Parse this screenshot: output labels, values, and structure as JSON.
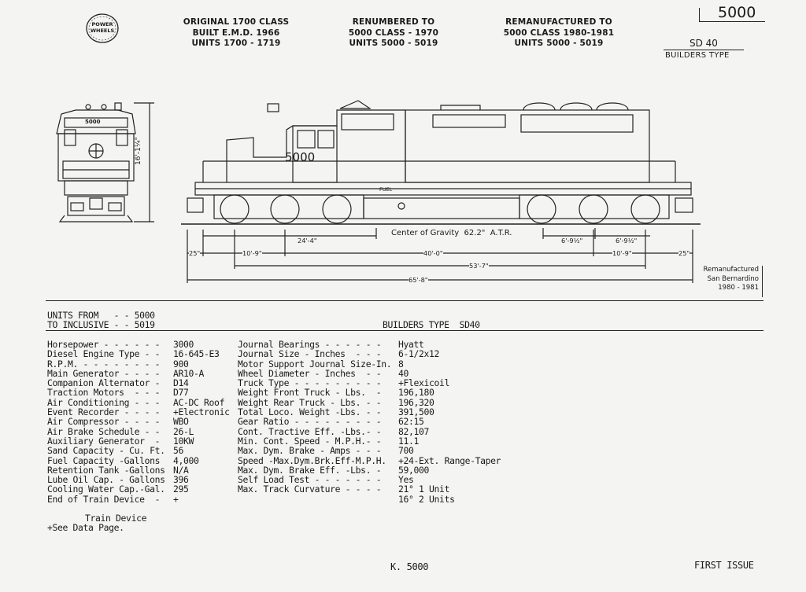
{
  "logo": {
    "line1": "POWER",
    "line2": "WHEELS"
  },
  "header": {
    "col1": [
      "ORIGINAL 1700 CLASS",
      "BUILT E.M.D. 1966",
      "UNITS 1700 - 1719"
    ],
    "col2": [
      "RENUMBERED TO",
      "5000 CLASS - 1970",
      "UNITS 5000 - 5019"
    ],
    "col3": [
      "REMANUFACTURED TO",
      "5000 CLASS 1980-1981",
      "UNITS 5000 - 5019"
    ],
    "number": "5000",
    "model": "SD 40",
    "builders_type": "BUILDERS TYPE"
  },
  "drawing": {
    "cab_number": "5000",
    "front_number": "5000",
    "fuel_label": "FUEL",
    "height": "16'-1¼\"",
    "center_of_gravity": "Center of Gravity  62.2\"  A.T.R.",
    "dims": {
      "d24_4": "24'-4\"",
      "d6_9a": "6'-9½\"",
      "d6_9b": "6'-9½\"",
      "d25a": "25\"",
      "d10_9a": "10'-9\"",
      "d40": "40'-0\"",
      "d10_9b": "10'-9\"",
      "d25b": "25\"",
      "d53_7": "53'-7\"",
      "d65_8": "65'-8\""
    },
    "remanufactured_note": [
      "Remanufactured",
      "San Bernardino",
      "1980 - 1981"
    ]
  },
  "units": {
    "from": "UNITS FROM   - - 5000",
    "to": "TO INCLUSIVE - - 5019"
  },
  "builders_type_label": "BUILDERS TYPE  SD40",
  "specs_left": [
    {
      "label": "Horsepower - - - - - -",
      "value": "3000"
    },
    {
      "label": "Diesel Engine Type - -",
      "value": "16-645-E3"
    },
    {
      "label": "R.P.M. - - - - - - - -",
      "value": "900"
    },
    {
      "label": "Main Generator - - - -",
      "value": "AR10-A"
    },
    {
      "label": "Companion Alternator -",
      "value": "D14"
    },
    {
      "label": "Traction Motors  - - -",
      "value": "D77"
    },
    {
      "label": "Air Conditioning - - -",
      "value": "AC-DC Roof"
    },
    {
      "label": "Event Recorder - - - -",
      "value": "+Electronic"
    },
    {
      "label": "Air Compressor - - - -",
      "value": "WBO"
    },
    {
      "label": "Air Brake Schedule - -",
      "value": "26-L"
    },
    {
      "label": "Auxiliary Generator  -",
      "value": "10KW"
    },
    {
      "label": "Sand Capacity - Cu. Ft.",
      "value": "56"
    },
    {
      "label": "Fuel Capacity -Gallons",
      "value": "4,000"
    },
    {
      "label": "Retention Tank -Gallons",
      "value": "N/A"
    },
    {
      "label": "Lube Oil Cap. - Gallons",
      "value": "396"
    },
    {
      "label": "Cooling Water Cap.-Gal.",
      "value": "295"
    },
    {
      "label": "End of Train Device  -",
      "value": "+"
    }
  ],
  "specs_right": [
    {
      "label": "Journal Bearings - - - - - -",
      "value": "Hyatt"
    },
    {
      "label": "Journal Size - Inches  - - -",
      "value": "6-1/2x12"
    },
    {
      "label": "Motor Support Journal Size-In.",
      "value": "8"
    },
    {
      "label": "Wheel Diameter - Inches  - -",
      "value": "40"
    },
    {
      "label": "Truck Type - - - - - - - - -",
      "value": "+Flexicoil"
    },
    {
      "label": "Weight Front Truck - Lbs.  -",
      "value": "196,180"
    },
    {
      "label": "Weight Rear Truck - Lbs. - -",
      "value": "196,320"
    },
    {
      "label": "Total Loco. Weight -Lbs. - -",
      "value": "391,500"
    },
    {
      "label": "Gear Ratio - - - - - - - - -",
      "value": "62:15"
    },
    {
      "label": "Cont. Tractive Eff. -Lbs.- -",
      "value": "82,107"
    },
    {
      "label": "Min. Cont. Speed - M.P.H.- -",
      "value": "11.1"
    },
    {
      "label": "Max. Dym. Brake - Amps - - -",
      "value": "700"
    },
    {
      "label": "Speed -Max.Dym.Brk.Eff-M.P.H.",
      "value": "+24-Ext. Range-Taper"
    },
    {
      "label": "Max. Dym. Brake Eff. -Lbs. -",
      "value": "59,000"
    },
    {
      "label": "Self Load Test - - - - - - -",
      "value": "Yes"
    },
    {
      "label": "Max. Track Curvature - - - -",
      "value": "21° 1 Unit"
    },
    {
      "label": "",
      "value": "16° 2 Units"
    }
  ],
  "end_of_train_line2": "Train Device",
  "see_data": "+See Data Page.",
  "footer": {
    "page": "K. 5000",
    "issue": "FIRST ISSUE"
  }
}
